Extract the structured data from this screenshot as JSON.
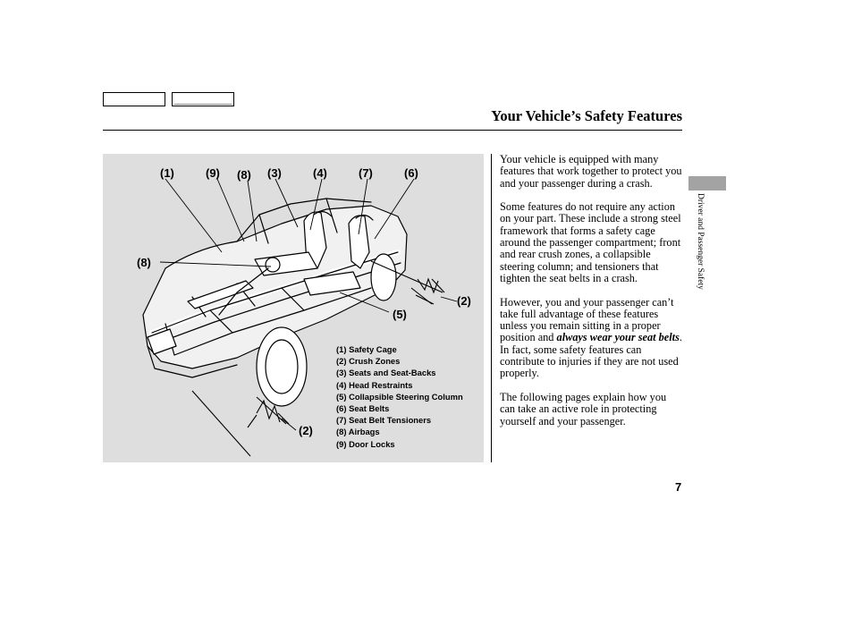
{
  "header": {
    "title": "Your Vehicle’s Safety Features"
  },
  "figure": {
    "callouts": {
      "c1": "(1)",
      "c9": "(9)",
      "c8_top": "(8)",
      "c3": "(3)",
      "c4": "(4)",
      "c7": "(7)",
      "c6": "(6)",
      "c8_left": "(8)",
      "c2_right": "(2)",
      "c5": "(5)",
      "c2_bottom": "(2)"
    },
    "legend": [
      "(1) Safety Cage",
      "(2) Crush Zones",
      "(3) Seats and Seat-Backs",
      "(4) Head Restraints",
      "(5) Collapsible Steering Column",
      "(6) Seat Belts",
      "(7) Seat Belt Tensioners",
      "(8) Airbags",
      "(9) Door Locks"
    ]
  },
  "body": {
    "p1": "Your vehicle is equipped with many features that work together to protect you and your passenger during a crash.",
    "p2": "Some features do not require any action on your part. These include a strong steel framework that forms a safety cage around the passenger compartment; front and rear crush zones, a collapsible steering column; and tensioners that tighten the seat belts in a crash.",
    "p3_before": "However, you and your passenger can’t take full advantage of these features unless you remain sitting in a proper position and ",
    "p3_emph": "always wear your seat belts",
    "p3_after": ". In fact, some safety features can contribute to injuries if they are not used properly.",
    "p4": "The following pages explain how you can take an active role in protecting yourself and your passenger."
  },
  "sidebar": {
    "section_label": "Driver and Passenger Safety"
  },
  "footer": {
    "page_number": "7"
  }
}
